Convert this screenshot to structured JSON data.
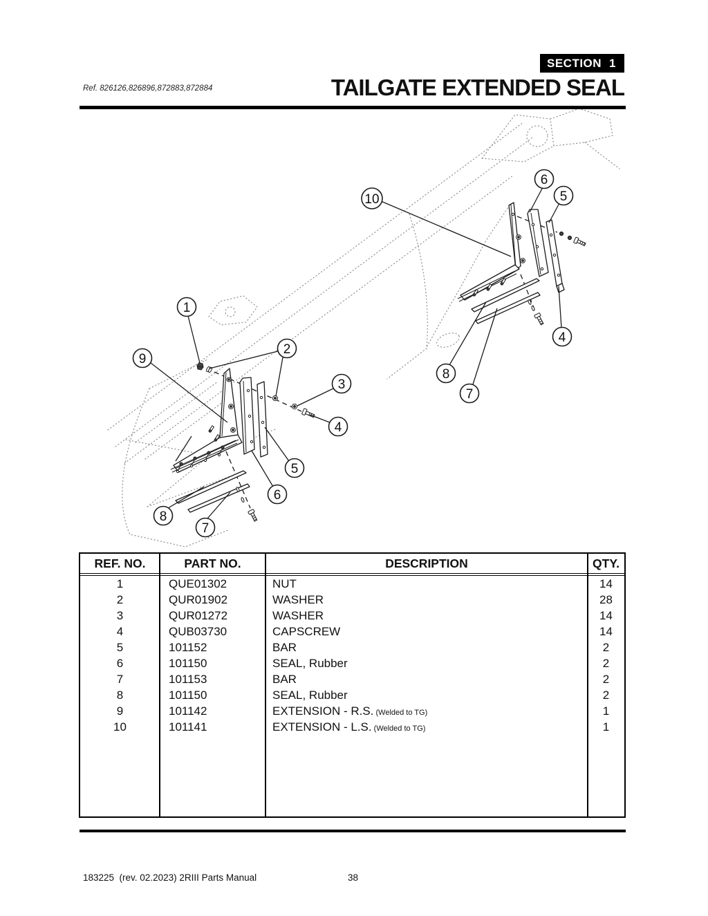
{
  "header": {
    "section_label": "SECTION",
    "section_number": "1",
    "ref_text": "Ref. 826126,826896,872883,872884",
    "title": "TAILGATE EXTENDED SEAL"
  },
  "diagram": {
    "description": "Exploded parts view of tailgate extended seal assembly",
    "callouts": [
      {
        "label": "10"
      },
      {
        "label": "6"
      },
      {
        "label": "5"
      },
      {
        "label": "4"
      },
      {
        "label": "8"
      },
      {
        "label": "7"
      },
      {
        "label": "1"
      },
      {
        "label": "2"
      },
      {
        "label": "9"
      },
      {
        "label": "3"
      },
      {
        "label": "4"
      },
      {
        "label": "5"
      },
      {
        "label": "6"
      },
      {
        "label": "8"
      },
      {
        "label": "7"
      }
    ]
  },
  "parts_table": {
    "headers": [
      "REF. NO.",
      "PART NO.",
      "DESCRIPTION",
      "QTY."
    ],
    "rows": [
      {
        "ref": "1",
        "part": "QUE01302",
        "desc": "NUT",
        "desc_note": "",
        "qty": "14"
      },
      {
        "ref": "2",
        "part": "QUR01902",
        "desc": "WASHER",
        "desc_note": "",
        "qty": "28"
      },
      {
        "ref": "3",
        "part": "QUR01272",
        "desc": "WASHER",
        "desc_note": "",
        "qty": "14"
      },
      {
        "ref": "4",
        "part": "QUB03730",
        "desc": "CAPSCREW",
        "desc_note": "",
        "qty": "14"
      },
      {
        "ref": "5",
        "part": "101152",
        "desc": "BAR",
        "desc_note": "",
        "qty": "2"
      },
      {
        "ref": "6",
        "part": "101150",
        "desc": "SEAL, Rubber",
        "desc_note": "",
        "qty": "2"
      },
      {
        "ref": "7",
        "part": "101153",
        "desc": "BAR",
        "desc_note": "",
        "qty": "2"
      },
      {
        "ref": "8",
        "part": "101150",
        "desc": "SEAL, Rubber",
        "desc_note": "",
        "qty": "2"
      },
      {
        "ref": "9",
        "part": "101142",
        "desc": "EXTENSION - R.S.",
        "desc_note": "(Welded to TG)",
        "qty": "1"
      },
      {
        "ref": "10",
        "part": "101141",
        "desc": "EXTENSION - L.S.",
        "desc_note": "(Welded to TG)",
        "qty": "1"
      }
    ]
  },
  "footer": {
    "left_text": "183225  (rev. 02.2023) 2RIII Parts Manual",
    "page_number": "38"
  },
  "colors": {
    "ink": "#1a1a1a",
    "reference_gray": "#8c8c8c",
    "paper": "#ffffff"
  }
}
